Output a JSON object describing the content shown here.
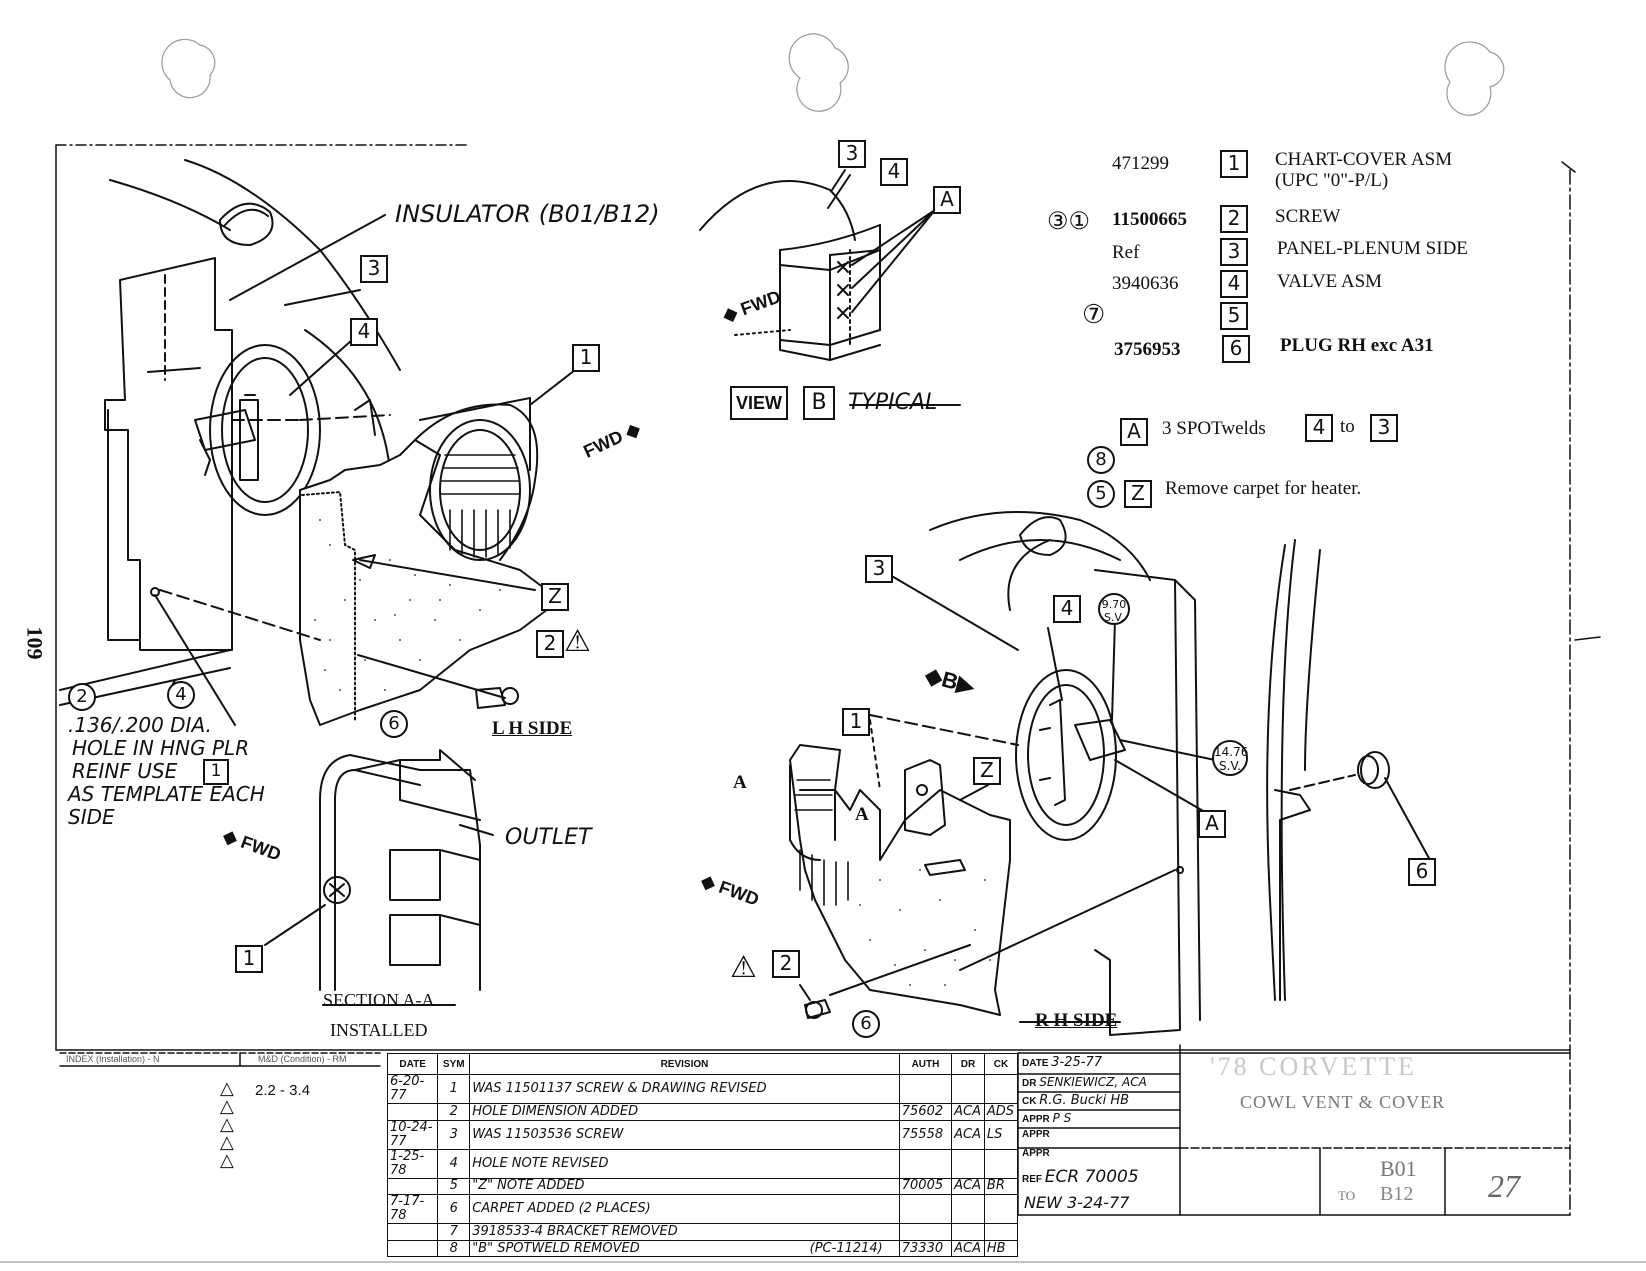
{
  "page_number": "109",
  "parts_list": [
    {
      "callout": "",
      "part_no": "471299",
      "key": "1",
      "description": "CHART-COVER ASM",
      "description2": "(UPC \"0\"-P/L)"
    },
    {
      "callout": "③①",
      "part_no": "11500665",
      "key": "2",
      "description": "SCREW",
      "description2": ""
    },
    {
      "callout": "",
      "part_no": "Ref",
      "key": "3",
      "description": "PANEL-PLENUM SIDE",
      "description2": ""
    },
    {
      "callout": "",
      "part_no": "3940636",
      "key": "4",
      "description": "VALVE ASM",
      "description2": ""
    },
    {
      "callout": "⑦",
      "part_no": "",
      "key": "5",
      "description": "",
      "description2": ""
    },
    {
      "callout": "",
      "part_no": "3756953",
      "key": "6",
      "description": "PLUG RH exc A31",
      "description2": ""
    }
  ],
  "notes": {
    "note_a_letter": "A",
    "note_a_text": "3 SPOTwelds",
    "note_a_from": "4",
    "note_a_word": "to",
    "note_a_to": "3",
    "note_8": "8",
    "note_z_circle": "5",
    "note_z_letter": "Z",
    "note_z_text": "Remove carpet for heater."
  },
  "labels": {
    "insulator": "INSULATOR (B01/B12)",
    "view_b": "VIEW",
    "view_b_letter": "B",
    "typical": "TYPICAL",
    "lh_side": "L H SIDE",
    "rh_side": "R H SIDE",
    "outlet": "OUTLET",
    "section_1": "SECTION A-A",
    "section_2": "INSTALLED",
    "hole_note": [
      ".136/.200 DIA.",
      "HOLE IN HNG PLR",
      "REINF USE",
      "AS TEMPLATE EACH",
      "SIDE"
    ],
    "hole_note_box": "1",
    "fwd": "FWD",
    "sv_970": [
      "9.70",
      "S.V."
    ],
    "sv_1476": [
      "14.76",
      "S.V."
    ],
    "a_mark": "A",
    "b_mark": "B",
    "z_mark": "Z",
    "n1": "1",
    "n2": "2",
    "n3": "3",
    "n4": "4",
    "n6": "6",
    "n8": "8"
  },
  "title_block": {
    "left_header_1": "INDEX (Installation) - N",
    "left_header_2": "M&D (Condition) - RM",
    "left_ref": "2.2 - 3.4",
    "date_label": "DATE",
    "date_value": "3-25-77",
    "dr_label": "DR",
    "dr_value": "SENKIEWICZ, ACA",
    "ck_label": "CK",
    "ck_value": "R.G. Bucki HB",
    "appr1_label": "APPR",
    "appr1_value": "P S",
    "appr2_label": "APPR",
    "appr3_label": "APPR",
    "ref_label": "REF",
    "ref_value": "ECR 70005",
    "new_value": "NEW 3-24-77",
    "model_faint": "'78 CORVETTE",
    "title": "COWL VENT & COVER",
    "series": "B01",
    "series_to": "TO",
    "series_to_value": "B12",
    "sheet_no": "27"
  },
  "revision_table": {
    "headers": [
      "DATE",
      "SYM",
      "REVISION",
      "AUTH",
      "DR",
      "CK"
    ],
    "rows": [
      {
        "date": "6-20-77",
        "sym": "1",
        "revision": "WAS 11501137 SCREW & DRAWING REVISED",
        "note": "",
        "auth": "",
        "dr": "",
        "ck": ""
      },
      {
        "date": "",
        "sym": "2",
        "revision": "HOLE DIMENSION ADDED",
        "note": "",
        "auth": "75602",
        "dr": "ACA",
        "ck": "ADS"
      },
      {
        "date": "10-24-77",
        "sym": "3",
        "revision": "WAS 11503536 SCREW",
        "note": "",
        "auth": "75558",
        "dr": "ACA",
        "ck": "LS"
      },
      {
        "date": "1-25-78",
        "sym": "4",
        "revision": "HOLE NOTE REVISED",
        "note": "",
        "auth": "",
        "dr": "",
        "ck": ""
      },
      {
        "date": "",
        "sym": "5",
        "revision": "\"Z\" NOTE ADDED",
        "note": "",
        "auth": "70005",
        "dr": "ACA",
        "ck": "BR"
      },
      {
        "date": "7-17-78",
        "sym": "6",
        "revision": "CARPET ADDED (2 PLACES)",
        "note": "",
        "auth": "",
        "dr": "",
        "ck": ""
      },
      {
        "date": "",
        "sym": "7",
        "revision": "3918533-4 BRACKET REMOVED",
        "note": "",
        "auth": "",
        "dr": "",
        "ck": ""
      },
      {
        "date": "",
        "sym": "8",
        "revision": "\"B\" SPOTWELD REMOVED",
        "note": "(PC-11214)",
        "auth": "73330",
        "dr": "ACA",
        "ck": "HB"
      }
    ]
  }
}
